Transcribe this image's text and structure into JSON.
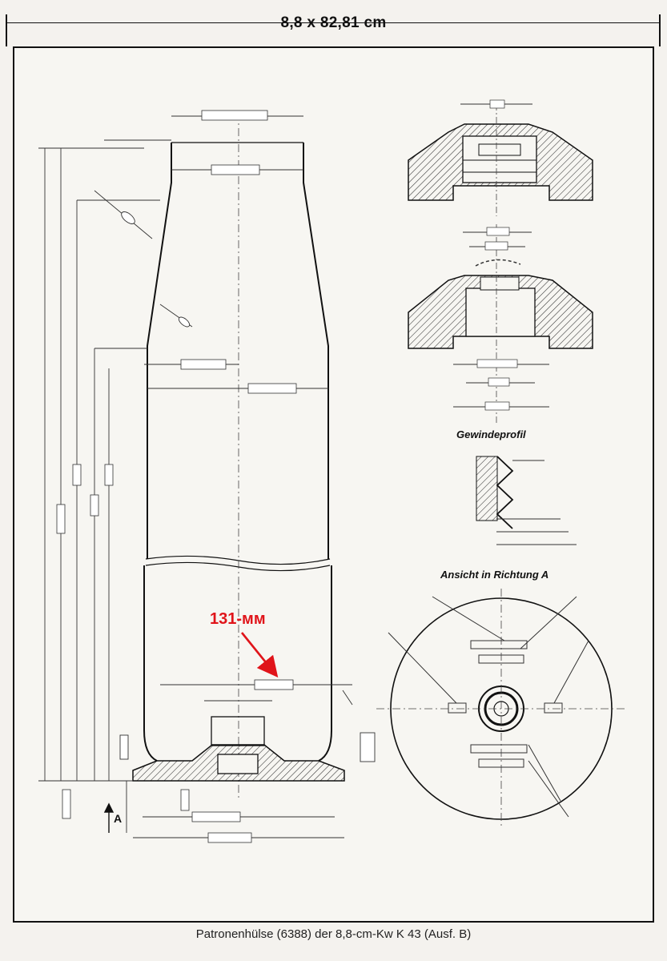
{
  "header": {
    "title": "8,8 x 82,81 cm"
  },
  "annotation": {
    "label": "131-мм",
    "color": "#e0141a"
  },
  "sections": {
    "thread_profile": "Gewindeprofil",
    "view_a": "Ansicht in Richtung A",
    "arrow_a": "A"
  },
  "caption": "Patronenhülse (6388) der 8,8-cm-Kw K 43 (Ausf. B)"
}
